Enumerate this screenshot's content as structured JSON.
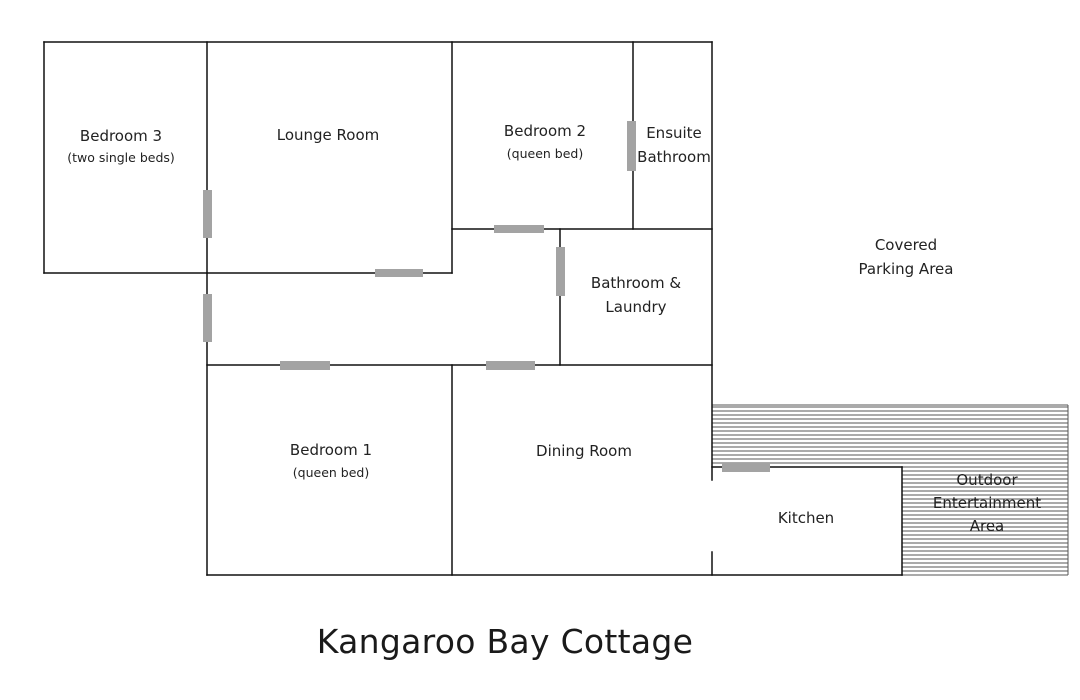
{
  "title": "Kangaroo Bay Cottage",
  "rooms": {
    "bedroom3": {
      "name": "Bedroom 3",
      "note": "(two single beds)"
    },
    "lounge": {
      "name": "Lounge Room"
    },
    "bedroom2": {
      "name": "Bedroom 2",
      "note": "(queen bed)"
    },
    "ensuite": {
      "line1": "Ensuite",
      "line2": "Bathroom"
    },
    "parking": {
      "line1": "Covered",
      "line2": "Parking Area"
    },
    "bathroom_laundry": {
      "line1": "Bathroom &",
      "line2": "Laundry"
    },
    "bedroom1": {
      "name": "Bedroom 1",
      "note": "(queen bed)"
    },
    "dining": {
      "name": "Dining Room"
    },
    "kitchen": {
      "name": "Kitchen"
    },
    "outdoor": {
      "line1": "Outdoor",
      "line2": "Entertainment",
      "line3": "Area"
    }
  },
  "colors": {
    "walls": "#111111",
    "doors": "#a3a3a3",
    "deck": "#555555"
  }
}
